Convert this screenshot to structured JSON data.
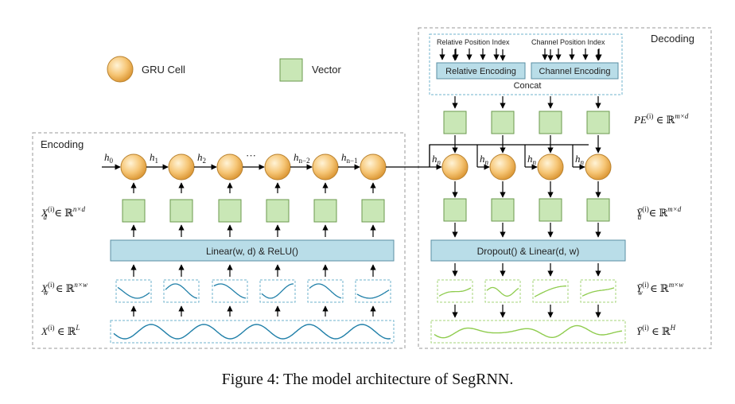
{
  "legend": {
    "gru_cell": "GRU Cell",
    "vector": "Vector"
  },
  "sections": {
    "encoding": "Encoding",
    "decoding": "Decoding"
  },
  "index_labels": {
    "relative_position": "Relative Position Index",
    "channel_position": "Channel Position Index"
  },
  "encodings": {
    "relative": "Relative Encoding",
    "channel": "Channel Encoding",
    "concat": "Concat"
  },
  "layers": {
    "encoder_linear": "Linear(w, d) & ReLU()",
    "decoder_linear": "Dropout() & Linear(d, w)"
  },
  "hidden_states": {
    "encoder": [
      {
        "base": "h",
        "sub": "0"
      },
      {
        "base": "h",
        "sub": "1"
      },
      {
        "base": "h",
        "sub": "2"
      },
      {
        "base": "",
        "sub": "",
        "text": "···"
      },
      {
        "base": "h",
        "sub": "n−2"
      },
      {
        "base": "h",
        "sub": "n−1"
      }
    ],
    "decoder": [
      {
        "base": "h",
        "sub": "n"
      },
      {
        "base": "h",
        "sub": "n"
      },
      {
        "base": "h",
        "sub": "n"
      },
      {
        "base": "h",
        "sub": "n"
      }
    ]
  },
  "math_labels": {
    "x_d": {
      "base": "X",
      "sub": "d",
      "sup": "(i)",
      "rest": " ∈ ℝ",
      "dim": "n×d"
    },
    "x_w": {
      "base": "X",
      "sub": "w",
      "sup": "(i)",
      "rest": " ∈ ℝ",
      "dim": "n×w"
    },
    "x": {
      "base": "X",
      "sub": "",
      "sup": "(i)",
      "rest": " ∈ ℝ",
      "dim": "L"
    },
    "pe": {
      "base": "PE",
      "sub": "",
      "sup": "(i)",
      "rest": " ∈ ℝ",
      "dim": "m×d"
    },
    "y_d": {
      "base": "Ȳ",
      "sub": "d",
      "sup": "(i)",
      "rest": " ∈ ℝ",
      "dim": "m×d"
    },
    "y_w": {
      "base": "Ȳ",
      "sub": "w",
      "sup": "(i)",
      "rest": " ∈ ℝ",
      "dim": "m×w"
    },
    "y": {
      "base": "Ȳ",
      "sub": "",
      "sup": "(i)",
      "rest": " ∈ ℝ",
      "dim": "H"
    }
  },
  "caption": "Figure 4: The model architecture of SegRNN.",
  "colors": {
    "gru_fill_light": "#fde6b8",
    "gru_fill_dark": "#e8a94a",
    "vector_fill": "#c9e7b6",
    "vector_stroke": "#6b9a4e",
    "layer_fill": "#b9dde8",
    "layer_stroke": "#5a8fa3",
    "encoder_wave": "#1f7fa8",
    "decoder_wave": "#8fcc4e",
    "dashed_box": "#999999",
    "segment_box_enc": "#6fb3cc",
    "segment_box_dec": "#a6d67a"
  }
}
